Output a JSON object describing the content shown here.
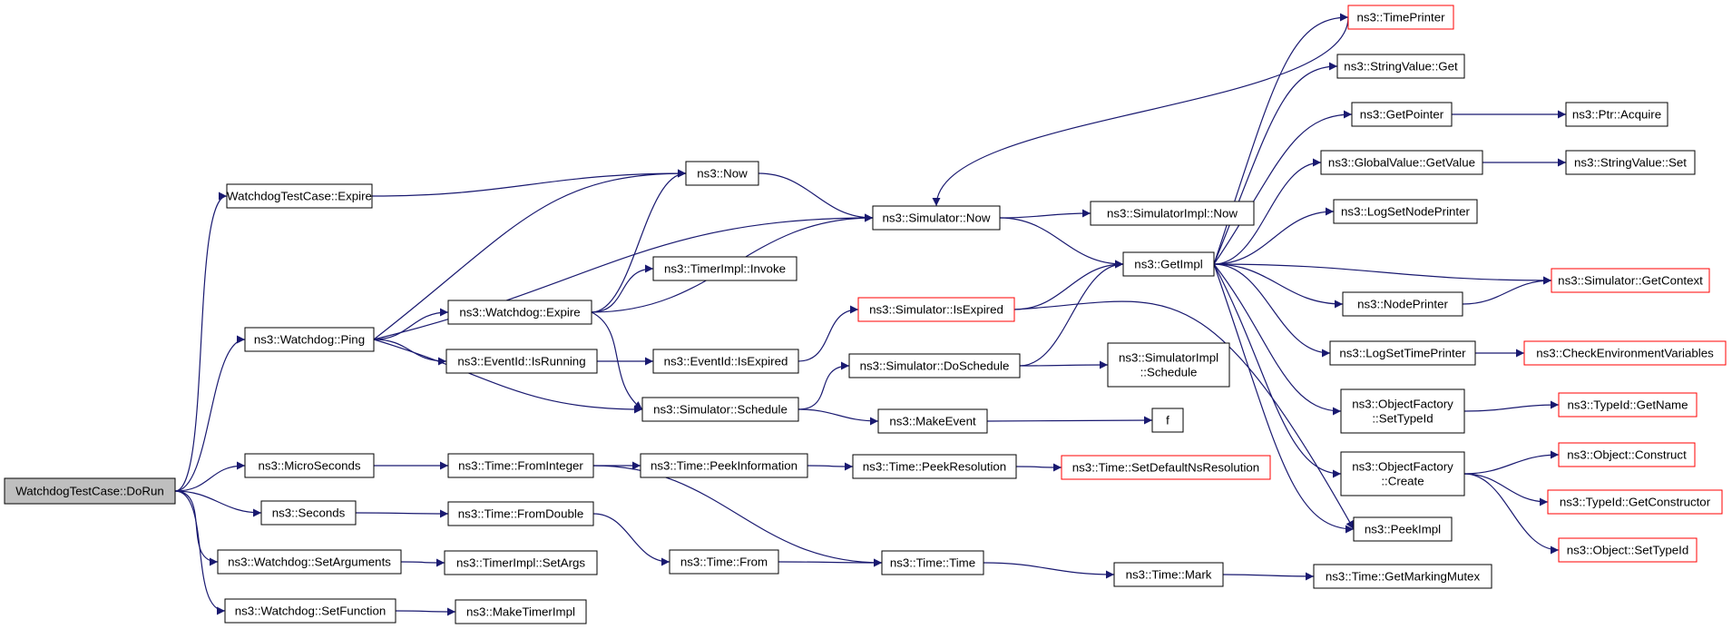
{
  "colors": {
    "edge": "#191970",
    "root_fill": "#bfbfbf",
    "node_border": "#000000",
    "truncated_border": "#ff0000"
  },
  "nodes": {
    "dorun": {
      "lines": [
        "WatchdogTestCase::DoRun"
      ],
      "style": "root"
    },
    "tc_expire": {
      "lines": [
        "WatchdogTestCase::Expire"
      ]
    },
    "wd_ping": {
      "lines": [
        "ns3::Watchdog::Ping"
      ]
    },
    "microseconds": {
      "lines": [
        "ns3::MicroSeconds"
      ]
    },
    "seconds": {
      "lines": [
        "ns3::Seconds"
      ]
    },
    "setarguments": {
      "lines": [
        "ns3::Watchdog::SetArguments"
      ]
    },
    "setfunction": {
      "lines": [
        "ns3::Watchdog::SetFunction"
      ]
    },
    "ns3_now": {
      "lines": [
        "ns3::Now"
      ]
    },
    "wd_expire": {
      "lines": [
        "ns3::Watchdog::Expire"
      ]
    },
    "isrunning": {
      "lines": [
        "ns3::EventId::IsRunning"
      ]
    },
    "frominteger": {
      "lines": [
        "ns3::Time::FromInteger"
      ]
    },
    "fromdouble": {
      "lines": [
        "ns3::Time::FromDouble"
      ]
    },
    "setargs": {
      "lines": [
        "ns3::TimerImpl::SetArgs"
      ]
    },
    "maketimerimpl": {
      "lines": [
        "ns3::MakeTimerImpl"
      ]
    },
    "timerinvoke": {
      "lines": [
        "ns3::TimerImpl::Invoke"
      ]
    },
    "eid_isexpired": {
      "lines": [
        "ns3::EventId::IsExpired"
      ]
    },
    "sim_schedule": {
      "lines": [
        "ns3::Simulator::Schedule"
      ]
    },
    "peekinformation": {
      "lines": [
        "ns3::Time::PeekInformation"
      ]
    },
    "time_from": {
      "lines": [
        "ns3::Time::From"
      ]
    },
    "sim_now": {
      "lines": [
        "ns3::Simulator::Now"
      ]
    },
    "sim_isexpired": {
      "lines": [
        "ns3::Simulator::IsExpired"
      ],
      "style": "red"
    },
    "sim_doschedule": {
      "lines": [
        "ns3::Simulator::DoSchedule"
      ]
    },
    "makeevent": {
      "lines": [
        "ns3::MakeEvent"
      ]
    },
    "peekresolution": {
      "lines": [
        "ns3::Time::PeekResolution"
      ]
    },
    "time_time": {
      "lines": [
        "ns3::Time::Time"
      ]
    },
    "simimpl_now": {
      "lines": [
        "ns3::SimulatorImpl::Now"
      ]
    },
    "getimpl": {
      "lines": [
        "ns3::GetImpl"
      ]
    },
    "simimpl_schedule": {
      "lines": [
        "ns3::SimulatorImpl",
        "::Schedule"
      ]
    },
    "f": {
      "lines": [
        "f"
      ]
    },
    "setdefaultnsres": {
      "lines": [
        "ns3::Time::SetDefaultNsResolution"
      ],
      "style": "red"
    },
    "time_mark": {
      "lines": [
        "ns3::Time::Mark"
      ]
    },
    "timeprinter": {
      "lines": [
        "ns3::TimePrinter"
      ],
      "style": "red"
    },
    "stringvalue_get": {
      "lines": [
        "ns3::StringValue::Get"
      ]
    },
    "getpointer": {
      "lines": [
        "ns3::GetPointer"
      ]
    },
    "gv_getvalue": {
      "lines": [
        "ns3::GlobalValue::GetValue"
      ]
    },
    "logsetnodeprinter": {
      "lines": [
        "ns3::LogSetNodePrinter"
      ]
    },
    "nodeprinter": {
      "lines": [
        "ns3::NodePrinter"
      ]
    },
    "logsettimeprinter": {
      "lines": [
        "ns3::LogSetTimePrinter"
      ]
    },
    "of_settypeid": {
      "lines": [
        "ns3::ObjectFactory",
        "::SetTypeId"
      ]
    },
    "of_create": {
      "lines": [
        "ns3::ObjectFactory",
        "::Create"
      ]
    },
    "peekimpl": {
      "lines": [
        "ns3::PeekImpl"
      ]
    },
    "getmarkingmutex": {
      "lines": [
        "ns3::Time::GetMarkingMutex"
      ]
    },
    "ptr_acquire": {
      "lines": [
        "ns3::Ptr::Acquire"
      ]
    },
    "stringvalue_set": {
      "lines": [
        "ns3::StringValue::Set"
      ]
    },
    "sim_getcontext": {
      "lines": [
        "ns3::Simulator::GetContext"
      ],
      "style": "red"
    },
    "checkenv": {
      "lines": [
        "ns3::CheckEnvironmentVariables"
      ],
      "style": "red"
    },
    "typeid_getname": {
      "lines": [
        "ns3::TypeId::GetName"
      ],
      "style": "red"
    },
    "obj_construct": {
      "lines": [
        "ns3::Object::Construct"
      ],
      "style": "red"
    },
    "typeid_getctor": {
      "lines": [
        "ns3::TypeId::GetConstructor"
      ],
      "style": "red"
    },
    "obj_settypeid": {
      "lines": [
        "ns3::Object::SetTypeId"
      ],
      "style": "red"
    }
  },
  "edges": [
    [
      "dorun",
      "tc_expire"
    ],
    [
      "dorun",
      "wd_ping"
    ],
    [
      "dorun",
      "microseconds"
    ],
    [
      "dorun",
      "seconds"
    ],
    [
      "dorun",
      "setarguments"
    ],
    [
      "dorun",
      "setfunction"
    ],
    [
      "tc_expire",
      "ns3_now"
    ],
    [
      "wd_ping",
      "ns3_now"
    ],
    [
      "wd_ping",
      "sim_now"
    ],
    [
      "wd_ping",
      "wd_expire"
    ],
    [
      "wd_ping",
      "isrunning"
    ],
    [
      "wd_ping",
      "sim_schedule"
    ],
    [
      "wd_expire",
      "ns3_now"
    ],
    [
      "wd_expire",
      "timerinvoke"
    ],
    [
      "wd_expire",
      "sim_now"
    ],
    [
      "wd_expire",
      "sim_schedule"
    ],
    [
      "ns3_now",
      "sim_now"
    ],
    [
      "isrunning",
      "eid_isexpired"
    ],
    [
      "eid_isexpired",
      "sim_isexpired"
    ],
    [
      "sim_isexpired",
      "getimpl"
    ],
    [
      "sim_isexpired",
      "peekimpl"
    ],
    [
      "sim_schedule",
      "sim_doschedule"
    ],
    [
      "sim_schedule",
      "makeevent"
    ],
    [
      "sim_doschedule",
      "getimpl"
    ],
    [
      "sim_doschedule",
      "simimpl_schedule"
    ],
    [
      "makeevent",
      "f"
    ],
    [
      "sim_now",
      "simimpl_now"
    ],
    [
      "sim_now",
      "getimpl"
    ],
    [
      "microseconds",
      "frominteger"
    ],
    [
      "seconds",
      "fromdouble"
    ],
    [
      "frominteger",
      "peekinformation"
    ],
    [
      "frominteger",
      "time_time"
    ],
    [
      "fromdouble",
      "time_from"
    ],
    [
      "time_from",
      "time_time"
    ],
    [
      "peekinformation",
      "peekresolution"
    ],
    [
      "peekresolution",
      "setdefaultnsres"
    ],
    [
      "time_time",
      "time_mark"
    ],
    [
      "time_mark",
      "getmarkingmutex"
    ],
    [
      "setarguments",
      "setargs"
    ],
    [
      "setfunction",
      "maketimerimpl"
    ],
    [
      "getimpl",
      "timeprinter"
    ],
    [
      "getimpl",
      "stringvalue_get"
    ],
    [
      "getimpl",
      "getpointer"
    ],
    [
      "getimpl",
      "gv_getvalue"
    ],
    [
      "getimpl",
      "logsetnodeprinter"
    ],
    [
      "getimpl",
      "sim_getcontext"
    ],
    [
      "getimpl",
      "nodeprinter"
    ],
    [
      "getimpl",
      "logsettimeprinter"
    ],
    [
      "getimpl",
      "of_settypeid"
    ],
    [
      "getimpl",
      "of_create"
    ],
    [
      "getimpl",
      "peekimpl"
    ],
    [
      "timeprinter",
      "sim_now"
    ],
    [
      "getpointer",
      "ptr_acquire"
    ],
    [
      "gv_getvalue",
      "stringvalue_set"
    ],
    [
      "nodeprinter",
      "sim_getcontext"
    ],
    [
      "logsettimeprinter",
      "checkenv"
    ],
    [
      "of_settypeid",
      "typeid_getname"
    ],
    [
      "of_create",
      "obj_construct"
    ],
    [
      "of_create",
      "typeid_getctor"
    ],
    [
      "of_create",
      "obj_settypeid"
    ]
  ]
}
